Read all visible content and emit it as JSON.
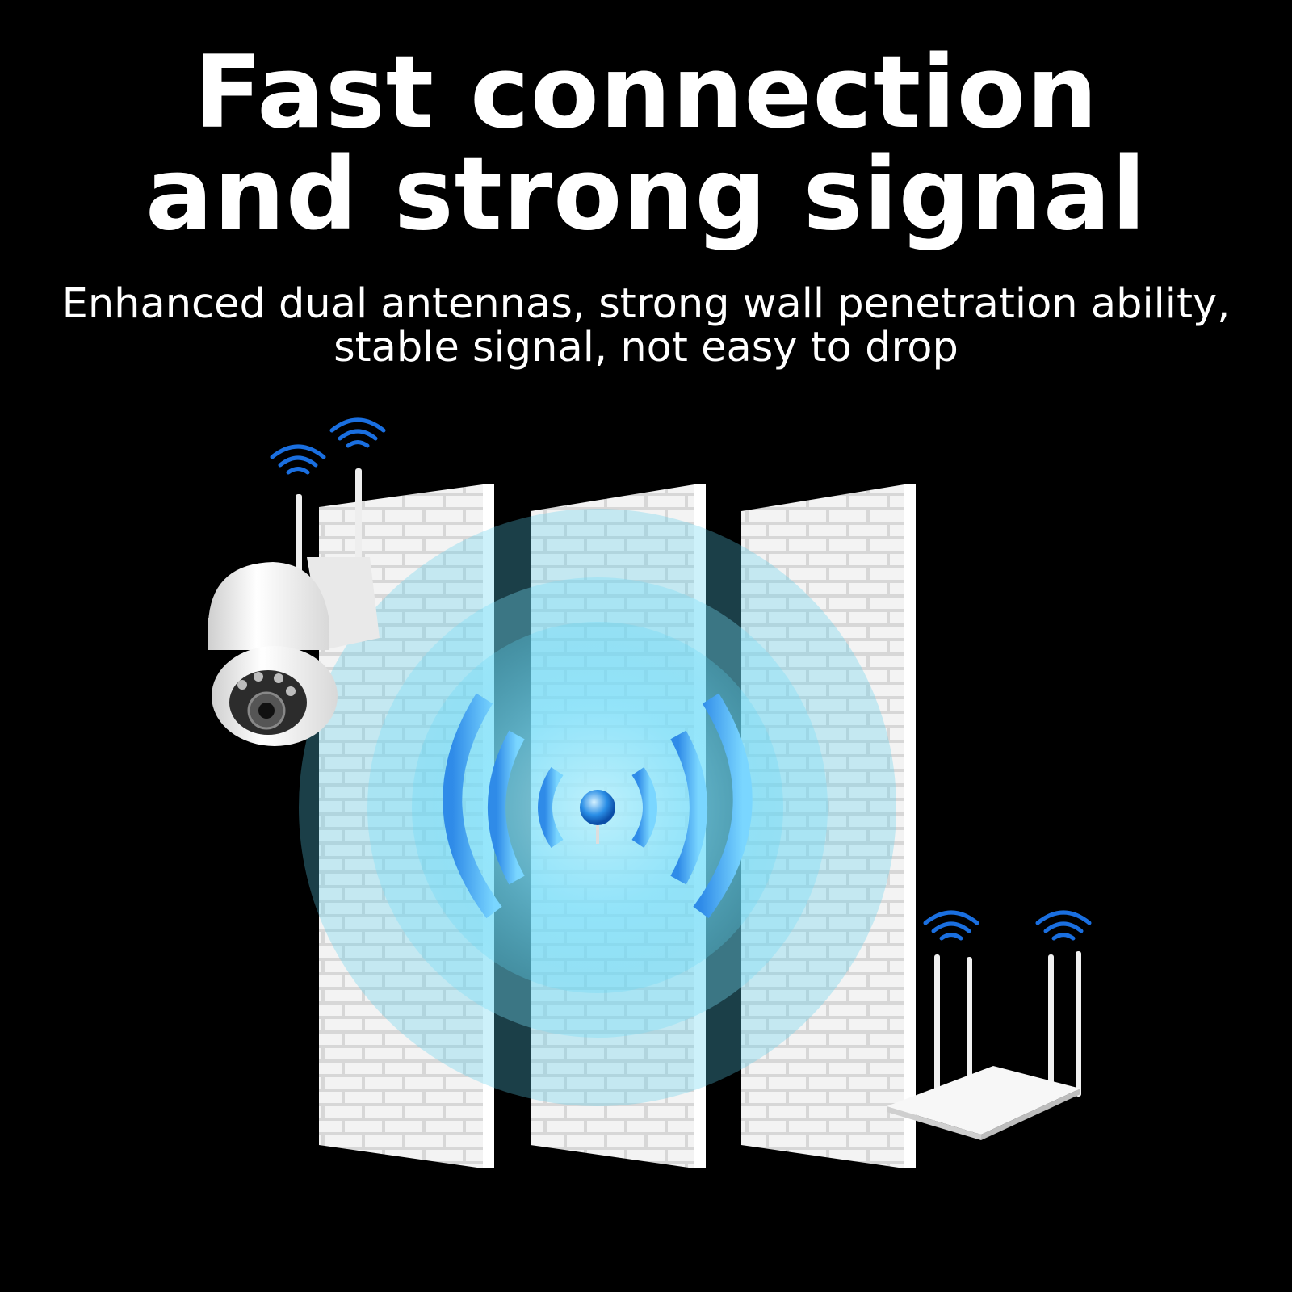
{
  "headline": {
    "line1": "Fast connection",
    "line2": "and strong signal"
  },
  "subline": {
    "line1": "Enhanced dual antennas, strong wall penetration ability,",
    "line2": "stable signal, not easy to drop"
  },
  "colors": {
    "background": "#000000",
    "text": "#ffffff",
    "wifi_blue": "#1a6fe0",
    "signal_cyan": "#7fe3ff",
    "wall": "#eeeeee",
    "device_white": "#f4f4f4"
  },
  "icons": [
    "wifi-icon",
    "security-camera",
    "brick-wall",
    "signal-waves-icon",
    "router"
  ]
}
